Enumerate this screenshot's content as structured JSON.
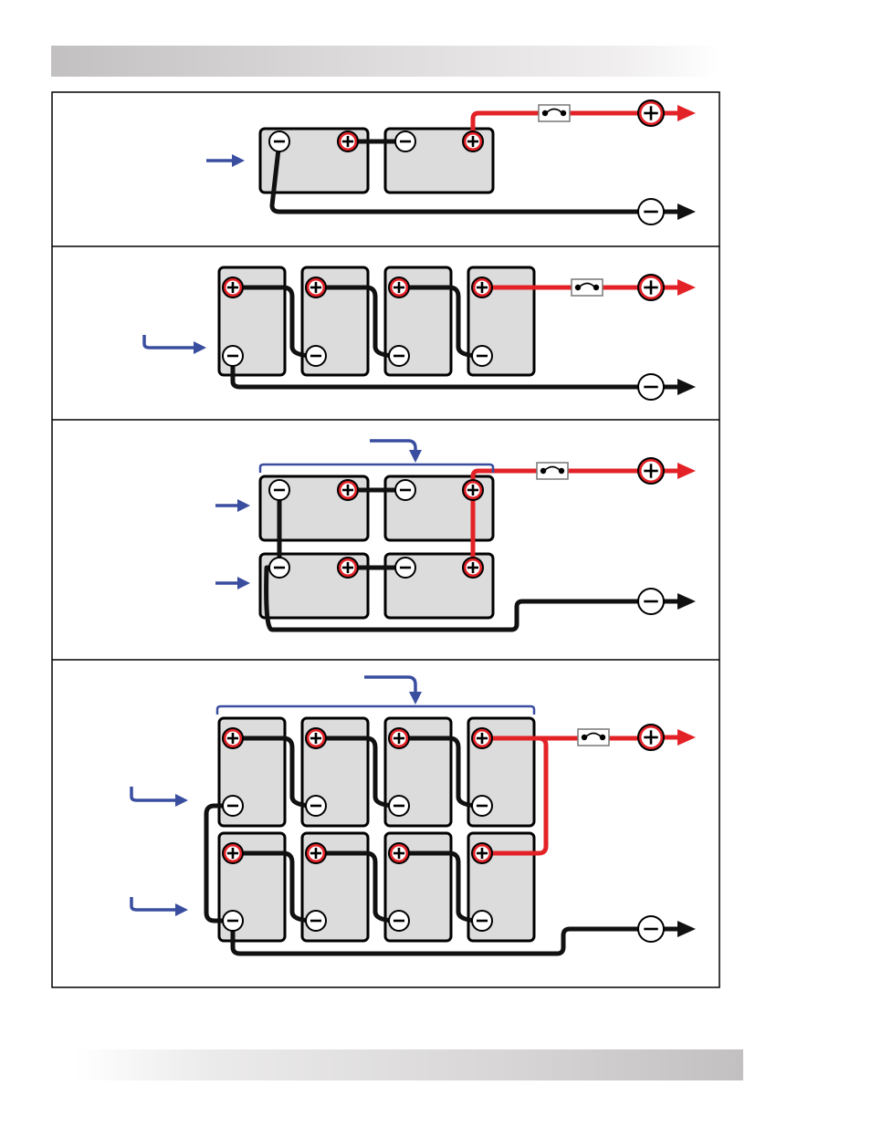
{
  "colors": {
    "positive_wire": "#e32227",
    "negative_wire": "#111111",
    "pointer_arrow": "#3a4ea0",
    "battery_fill": "#dcdcdc",
    "terminal_positive_fill": "#e32227",
    "terminal_negative_fill": "#ffffff",
    "header_band": "#c4c2c2"
  },
  "icons": {
    "positive_terminal": "plus-circle-icon",
    "negative_terminal": "minus-circle-icon",
    "fuse": "fuse-icon",
    "output_arrow": "arrow-right-icon",
    "pointer": "pointer-arrow-icon"
  },
  "panels": [
    {
      "id": "two-in-series",
      "batteries": 2,
      "rows": 1
    },
    {
      "id": "four-in-series",
      "batteries": 4,
      "rows": 1
    },
    {
      "id": "two-by-two-series-parallel",
      "batteries": 4,
      "rows": 2
    },
    {
      "id": "four-by-two-series-parallel",
      "batteries": 8,
      "rows": 2
    }
  ]
}
